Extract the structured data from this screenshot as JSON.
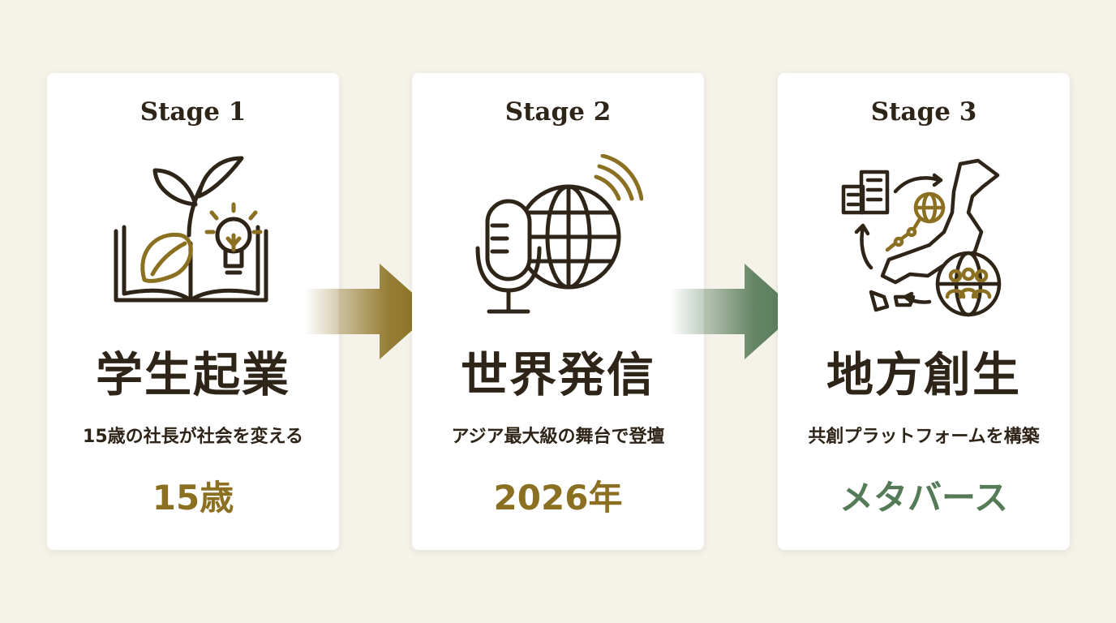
{
  "colors": {
    "background": "#f5f2ea",
    "card": "#ffffff",
    "dark": "#2e2418",
    "gold": "#8a7020",
    "green": "#557a57"
  },
  "stages": [
    {
      "label": "Stage 1",
      "icon": "sprout-book-lightbulb-icon",
      "title": "学生起業",
      "subtitle": "15歳の社長が社会を変える",
      "highlight": "15歳",
      "highlight_color": "#8a7020"
    },
    {
      "label": "Stage 2",
      "icon": "microphone-globe-broadcast-icon",
      "title": "世界発信",
      "subtitle": "アジア最大級の舞台で登壇",
      "highlight": "2026年",
      "highlight_color": "#8a7020"
    },
    {
      "label": "Stage 3",
      "icon": "city-japan-map-network-icon",
      "title": "地方創生",
      "subtitle": "共創プラットフォームを構築",
      "highlight": "メタバース",
      "highlight_color": "#557a57"
    }
  ],
  "arrows": [
    {
      "icon": "right-arrow-icon",
      "color": "#8a7020"
    },
    {
      "icon": "right-arrow-icon",
      "color": "#557a57"
    }
  ]
}
